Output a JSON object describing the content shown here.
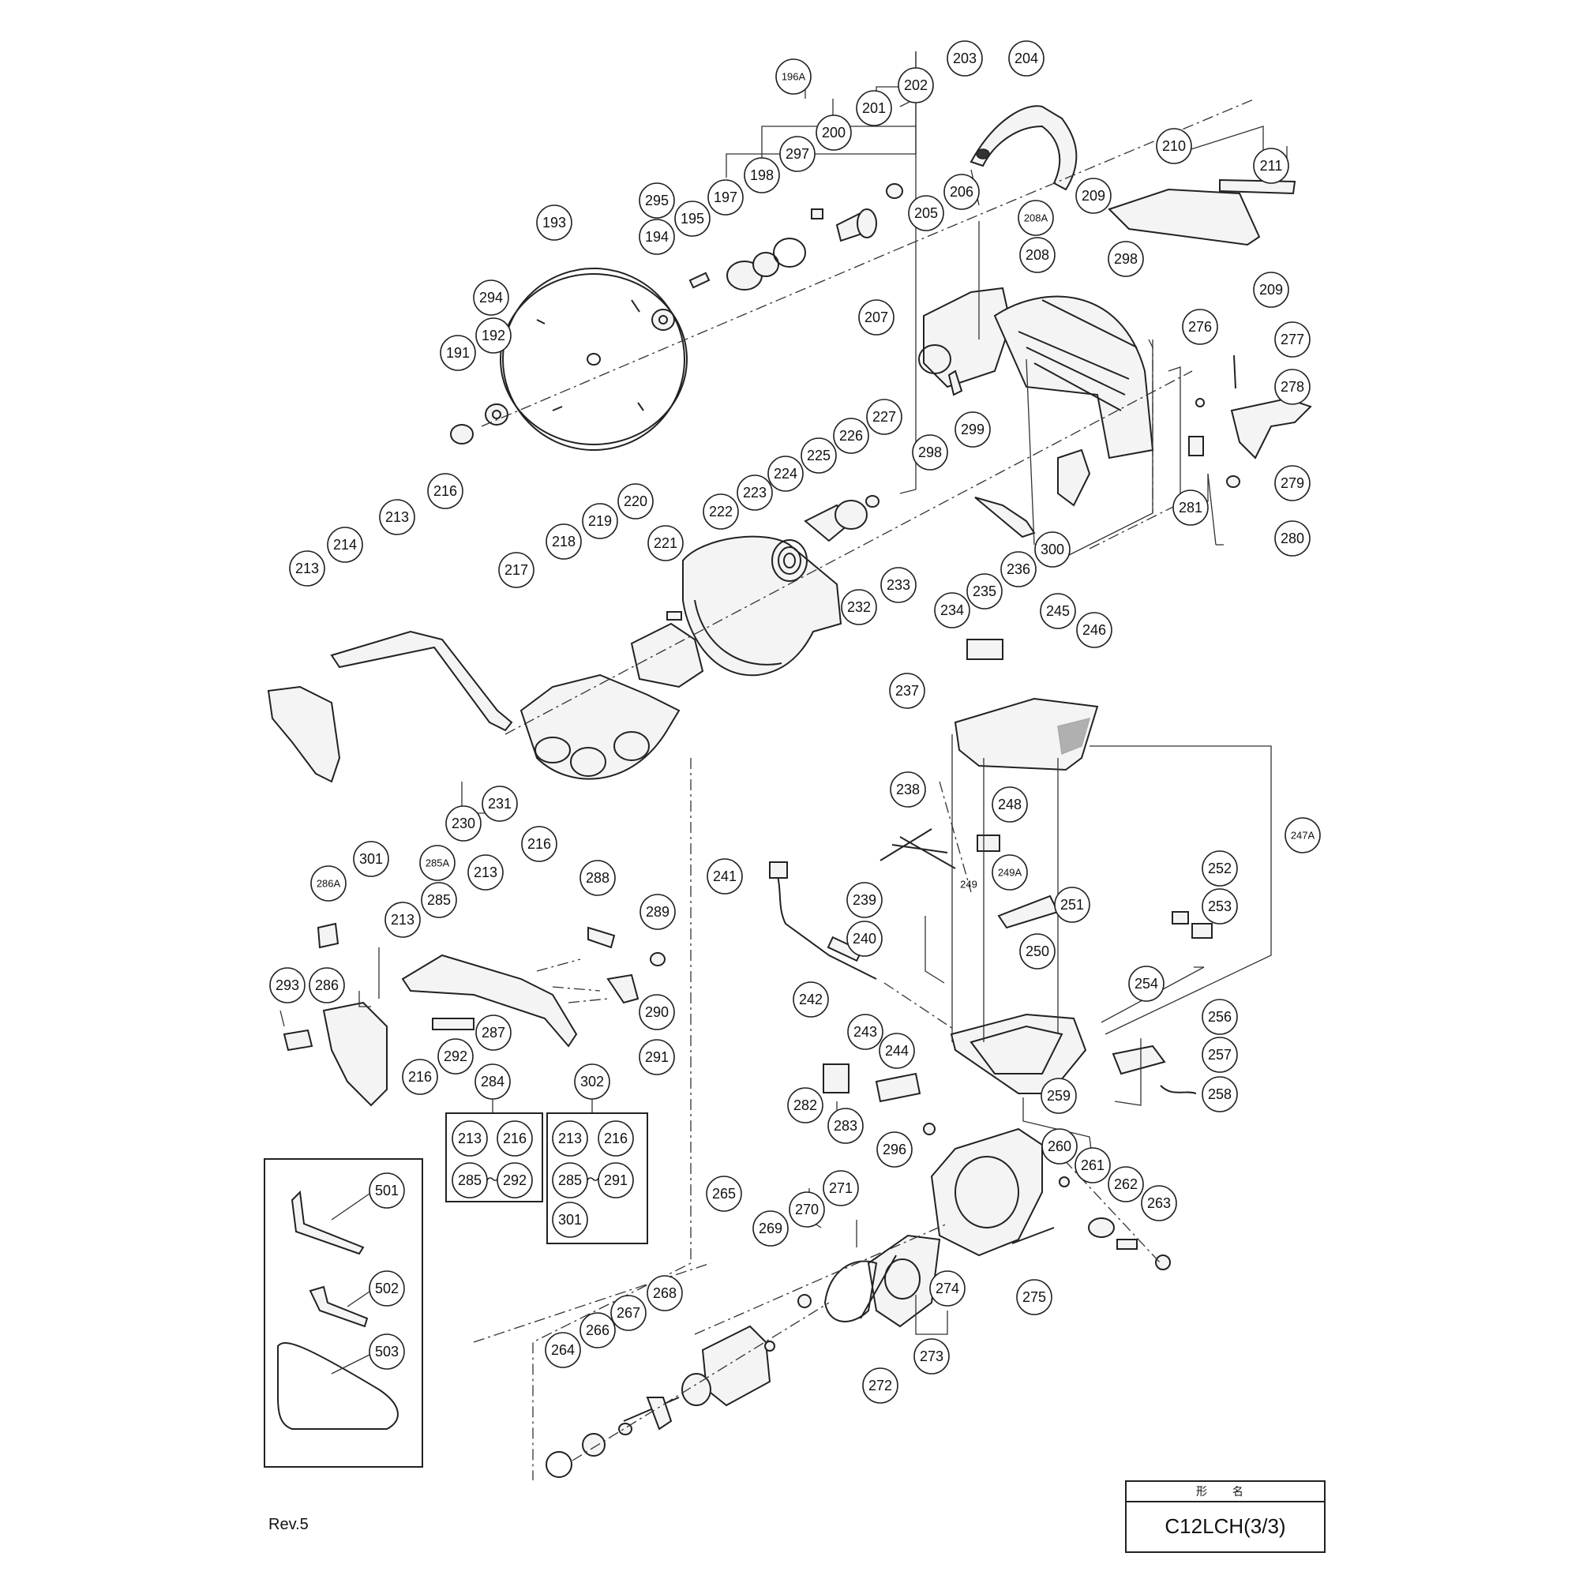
{
  "revision": "Rev.5",
  "model_box": {
    "header": "形 名",
    "model": "C12LCH(3/3)"
  },
  "callouts": {
    "c191": "191",
    "c192": "192",
    "c193": "193",
    "c194": "194",
    "c195": "195",
    "c196A": "196A",
    "c197": "197",
    "c198": "198",
    "c200": "200",
    "c201": "201",
    "c202": "202",
    "c203": "203",
    "c204": "204",
    "c205": "205",
    "c206": "206",
    "c207": "207",
    "c208": "208",
    "c208A": "208A",
    "c209a": "209",
    "c209b": "209",
    "c210": "210",
    "c211": "211",
    "c213a": "213",
    "c213b": "213",
    "c213c": "213",
    "c213d": "213",
    "c214": "214",
    "c216a": "216",
    "c216b": "216",
    "c216c": "216",
    "c217": "217",
    "c218": "218",
    "c219": "219",
    "c220": "220",
    "c221": "221",
    "c222": "222",
    "c223": "223",
    "c224": "224",
    "c225": "225",
    "c226": "226",
    "c227": "227",
    "c230": "230",
    "c231": "231",
    "c232": "232",
    "c233": "233",
    "c234": "234",
    "c235": "235",
    "c236": "236",
    "c237": "237",
    "c238": "238",
    "c239": "239",
    "c240": "240",
    "c241": "241",
    "c242": "242",
    "c243": "243",
    "c244": "244",
    "c245": "245",
    "c246": "246",
    "c247A": "247A",
    "c248": "248",
    "c249": "249",
    "c249A": "249A",
    "c250": "250",
    "c251": "251",
    "c252": "252",
    "c253": "253",
    "c254": "254",
    "c256": "256",
    "c257": "257",
    "c258": "258",
    "c259": "259",
    "c260": "260",
    "c261": "261",
    "c262": "262",
    "c263": "263",
    "c264": "264",
    "c265": "265",
    "c266": "266",
    "c267": "267",
    "c268": "268",
    "c269": "269",
    "c270": "270",
    "c271": "271",
    "c272": "272",
    "c273": "273",
    "c274": "274",
    "c275": "275",
    "c276": "276",
    "c277": "277",
    "c278": "278",
    "c279": "279",
    "c280": "280",
    "c281": "281",
    "c282": "282",
    "c283": "283",
    "c284": "284",
    "c285": "285",
    "c285A": "285A",
    "c286": "286",
    "c286A": "286A",
    "c287": "287",
    "c288": "288",
    "c289": "289",
    "c290": "290",
    "c291": "291",
    "c292": "292",
    "c293": "293",
    "c294": "294",
    "c295": "295",
    "c296": "296",
    "c297": "297",
    "c298a": "298",
    "c298b": "298",
    "c299": "299",
    "c300": "300",
    "c301": "301",
    "c302": "302",
    "c501": "501",
    "c502": "502",
    "c503": "503"
  },
  "kit_284": {
    "a": "213",
    "b": "216",
    "c": "285",
    "tilde": "～",
    "d": "292"
  },
  "kit_302": {
    "a": "213",
    "b": "216",
    "c": "285",
    "tilde": "～",
    "d": "291",
    "e": "301"
  }
}
